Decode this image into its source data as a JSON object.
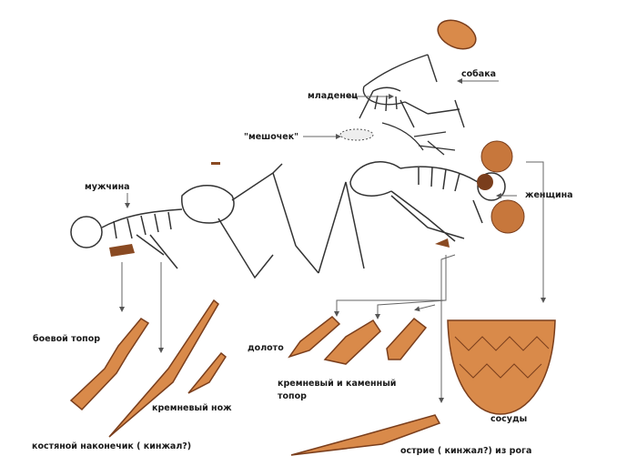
{
  "labels": {
    "dog": "собака",
    "infant": "младенец",
    "pouch": "\"мешочек\"",
    "man": "мужчина",
    "woman": "женщина",
    "battle_axe": "боевой топор",
    "chisel": "долото",
    "axe_line1": "кремневый и каменный",
    "axe_line2": "топор",
    "flint_knife": "кремневый нож",
    "vessels": "сосуды",
    "bone_point": "костяной наконечик ( кинжал?)",
    "horn_point": "острие ( кинжал?) из рога"
  },
  "colors": {
    "artifact": "#d98a4a",
    "artifact_outline": "#7a3e1c",
    "bone_outline": "#333333",
    "arrow": "#666666"
  }
}
